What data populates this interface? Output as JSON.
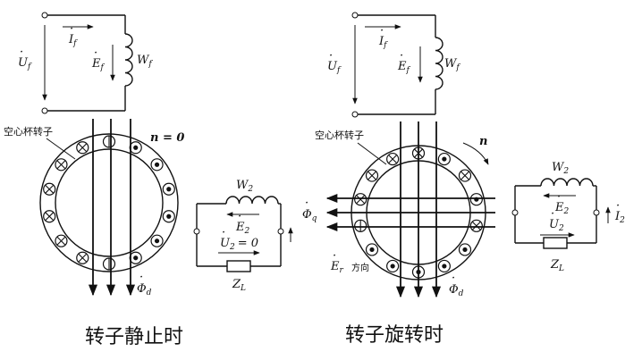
{
  "left_panel": {
    "caption": "转子静止时",
    "rotor_label": "空心杯转子",
    "speed_label": "n = 0",
    "excitation": {
      "voltage": "U",
      "voltage_sub": "f",
      "current": "I",
      "current_sub": "f",
      "emf": "E",
      "emf_sub": "f",
      "winding": "W",
      "winding_sub": "f"
    },
    "output": {
      "winding": "W",
      "winding_sub": "2",
      "emf": "E",
      "emf_sub": "2",
      "voltage": "U",
      "voltage_sub": "2",
      "voltage_value": "= 0",
      "load": "Z",
      "load_sub": "L"
    },
    "flux": {
      "label": "Φ",
      "label_sub": "d"
    }
  },
  "right_panel": {
    "caption": "转子旋转时",
    "rotor_label": "空心杯转子",
    "speed_label": "n",
    "excitation": {
      "voltage": "U",
      "voltage_sub": "f",
      "current": "I",
      "current_sub": "f",
      "emf": "E",
      "emf_sub": "f",
      "winding": "W",
      "winding_sub": "f"
    },
    "output": {
      "winding": "W",
      "winding_sub": "2",
      "emf": "E",
      "emf_sub": "2",
      "voltage": "U",
      "voltage_sub": "2",
      "current": "I",
      "current_sub": "2",
      "load": "Z",
      "load_sub": "L"
    },
    "flux_d": {
      "label": "Φ",
      "label_sub": "d"
    },
    "flux_q": {
      "label": "Φ",
      "label_sub": "q"
    },
    "rotor_emf": {
      "label": "E",
      "label_sub": "r",
      "suffix": "方向"
    }
  }
}
